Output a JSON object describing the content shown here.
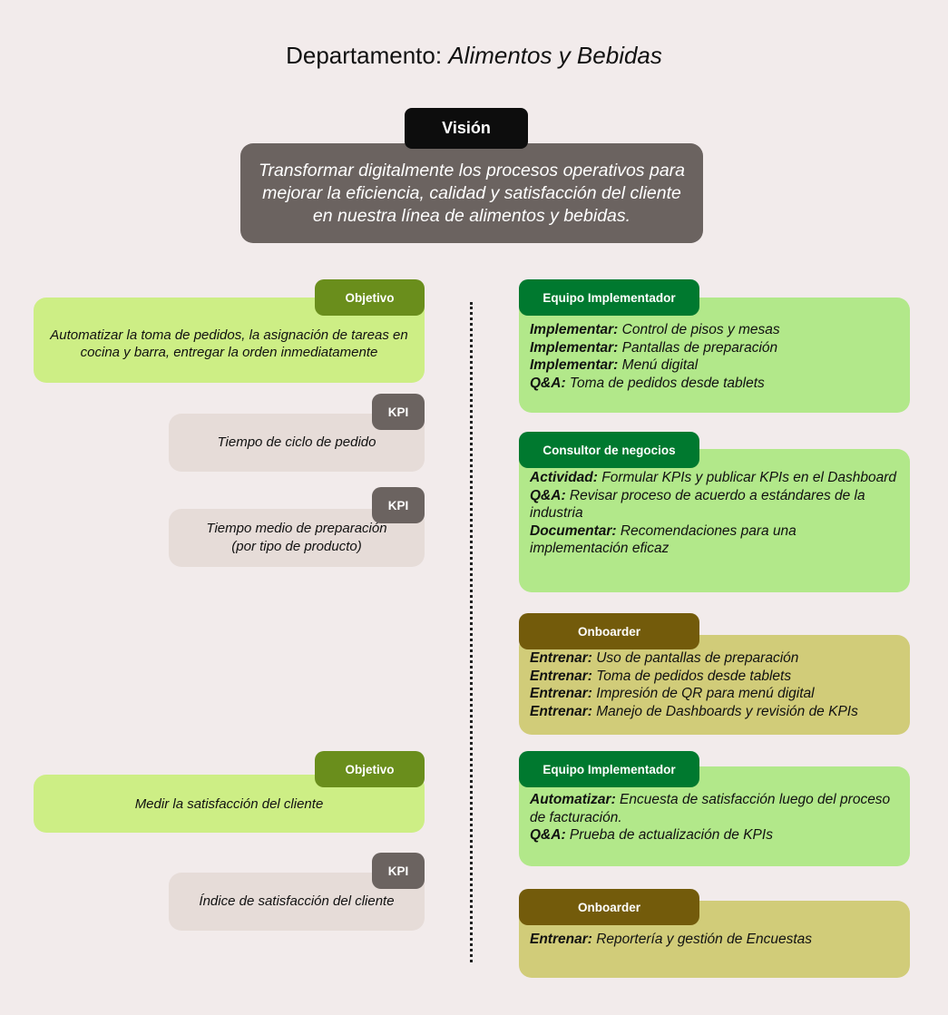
{
  "header": {
    "prefix": "Departamento:",
    "department": "Alimentos y Bebidas"
  },
  "vision": {
    "label": "Visión",
    "text": "Transformar digitalmente los procesos operativos para mejorar la eficiencia, calidad y satisfacción del cliente en nuestra línea de alimentos y bebidas."
  },
  "objectives": [
    {
      "label": "Objetivo",
      "text": "Automatizar la toma de pedidos, la asignación de tareas en cocina y barra, entregar la orden inmediatamente",
      "kpis": [
        {
          "label": "KPI",
          "text": "Tiempo de ciclo de pedido"
        },
        {
          "label": "KPI",
          "text": "Tiempo medio de preparación (por tipo de producto)"
        }
      ]
    },
    {
      "label": "Objetivo",
      "text": "Medir la satisfacción del cliente",
      "kpis": [
        {
          "label": "KPI",
          "text": "Índice de satisfacción del cliente"
        }
      ]
    }
  ],
  "teams": [
    {
      "label": "Equipo Implementador",
      "items": [
        {
          "key": "Implementar:",
          "value": "Control de pisos y mesas"
        },
        {
          "key": "Implementar:",
          "value": "Pantallas de preparación"
        },
        {
          "key": "Implementar:",
          "value": "Menú digital"
        },
        {
          "key": "Q&A:",
          "value": "Toma de pedidos desde tablets"
        }
      ]
    },
    {
      "label": "Consultor de negocios",
      "items": [
        {
          "key": "Actividad:",
          "value": "Formular KPIs y publicar KPIs en el Dashboard"
        },
        {
          "key": "Q&A:",
          "value": "Revisar proceso de acuerdo a estándares de la industria"
        },
        {
          "key": "Documentar:",
          "value": "Recomendaciones para una implementación eficaz"
        }
      ]
    },
    {
      "label": "Onboarder",
      "items": [
        {
          "key": "Entrenar:",
          "value": "Uso de pantallas de preparación"
        },
        {
          "key": "Entrenar:",
          "value": "Toma de pedidos desde tablets"
        },
        {
          "key": "Entrenar:",
          "value": "Impresión de QR para menú digital"
        },
        {
          "key": "Entrenar:",
          "value": "Manejo de Dashboards y revisión de KPIs"
        }
      ]
    },
    {
      "label": "Equipo Implementador",
      "items": [
        {
          "key": "Automatizar:",
          "value": "Encuesta de satisfacción luego del proceso de facturación."
        },
        {
          "key": "Q&A:",
          "value": "Prueba de actualización de KPIs"
        }
      ]
    },
    {
      "label": "Onboarder",
      "items": [
        {
          "key": "Entrenar:",
          "value": "Reportería y gestión de Encuestas"
        }
      ]
    }
  ]
}
